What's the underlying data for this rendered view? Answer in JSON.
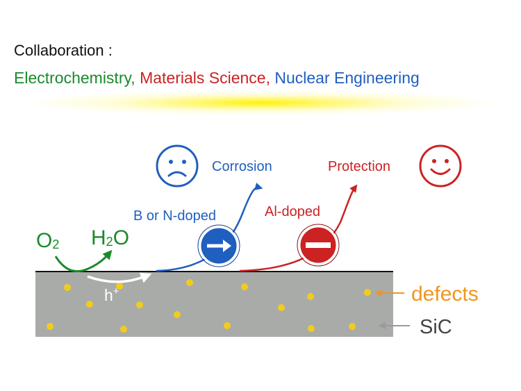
{
  "header": {
    "title": "Collaboration :",
    "fields": [
      {
        "text": "Electrochemistry,",
        "color": "#1a8a2a"
      },
      {
        "text": "Materials Science,",
        "color": "#cc2222"
      },
      {
        "text": "Nuclear Engineering",
        "color": "#1f5fbf"
      }
    ]
  },
  "diagram": {
    "o2_label": "O",
    "o2_sub": "2",
    "h2o_h": "H",
    "h2o_sub": "2",
    "h2o_o": "O",
    "hole_label": "h",
    "hole_sup": "+",
    "n_doped_label": "B or N-doped",
    "al_doped_label": "Al-doped",
    "corrosion_label": "Corrosion",
    "protection_label": "Protection",
    "defects_label": "defects",
    "sic_label": "SiC",
    "colors": {
      "green": "#1a8a2a",
      "blue": "#1f5fbf",
      "red": "#cc2222",
      "orange": "#f0961e",
      "gray_text": "#444444",
      "substrate": "#a9aba9",
      "defect": "#f2cc1b"
    },
    "icons": [
      "sad-face-icon",
      "happy-face-icon",
      "right-arrow-sign-icon",
      "no-entry-sign-icon"
    ]
  }
}
